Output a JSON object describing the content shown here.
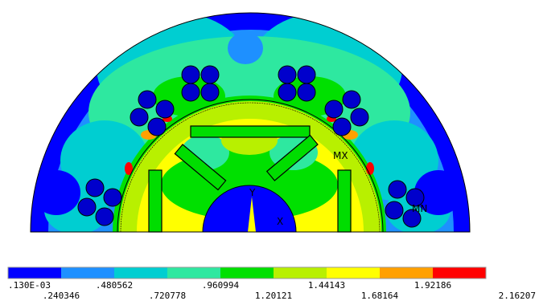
{
  "plot": {
    "markers": {
      "y_axis": "Y",
      "x_axis": "X",
      "max": "MX",
      "min": "MN"
    }
  },
  "legend": {
    "colors": [
      "#0000ff",
      "#1e90ff",
      "#00ced1",
      "#2ee8a0",
      "#00e000",
      "#b8f000",
      "#ffff00",
      "#ffa000",
      "#ff0000"
    ],
    "labels_top": [
      ".130E-03",
      ".480562",
      ".960994",
      "1.44143",
      "1.92186"
    ],
    "labels_bottom": [
      ".240346",
      ".720778",
      "1.20121",
      "1.68164",
      "2.16207"
    ]
  }
}
